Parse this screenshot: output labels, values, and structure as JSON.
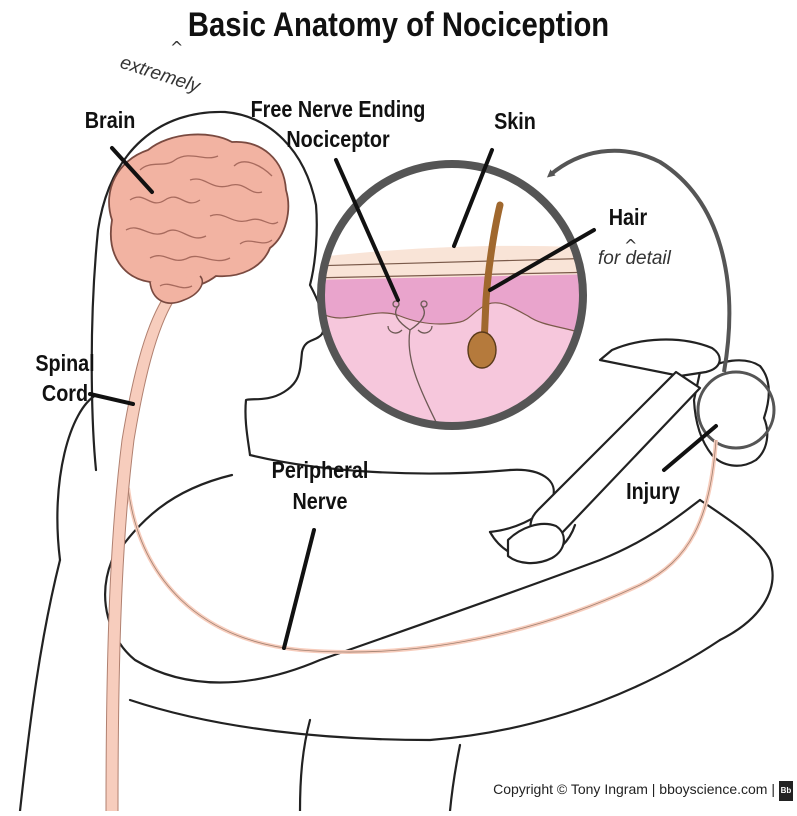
{
  "title": "Basic Anatomy of Nociception",
  "annotations": {
    "extremely": "extremely",
    "for_detail": "for detail"
  },
  "labels": {
    "brain": "Brain",
    "free_nerve_ending_line1": "Free Nerve Ending",
    "free_nerve_ending_line2": "Nociceptor",
    "skin": "Skin",
    "hair": "Hair",
    "spinal_cord_line1": "Spinal",
    "spinal_cord_line2": "Cord",
    "peripheral_nerve_line1": "Peripheral",
    "peripheral_nerve_line2": "Nerve",
    "injury": "Injury"
  },
  "footer": {
    "copyright": "Copyright © Tony Ingram | bboyscience.com |",
    "logo": "Bb"
  },
  "colors": {
    "brain_fill": "#f2b3a2",
    "nerve_fill": "#f7cdbd",
    "skin_epidermis": "#f9e4d7",
    "skin_dermis": "#e9a4cc",
    "skin_deep": "#f6c7dc",
    "hair": "#a0682e",
    "magnifier_ring": "#555555",
    "outline": "#222222"
  }
}
